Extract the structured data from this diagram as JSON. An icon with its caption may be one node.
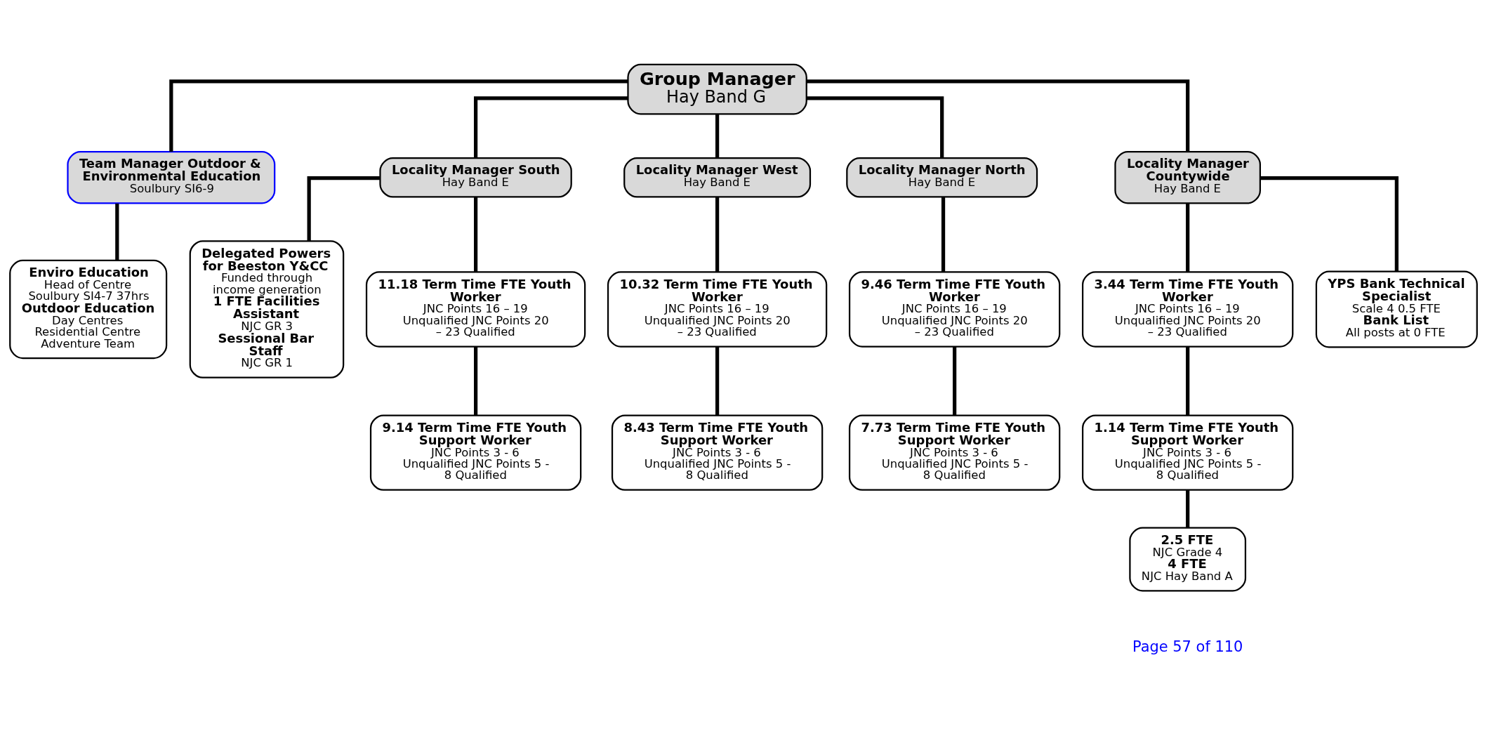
{
  "diagram": {
    "nodes": [
      {
        "text": [
          "Group Manager",
          "Hay Band G"
        ]
      },
      {
        "text": [
          "Team Manager Outdoor & Environmental Education",
          "Soulbury SI6-9"
        ]
      },
      {
        "text": [
          "Locality Manager South",
          "Hay Band E"
        ]
      },
      {
        "text": [
          "Locality Manager West",
          "Hay Band E"
        ]
      },
      {
        "text": [
          "Locality Manager North",
          "Hay Band E"
        ]
      },
      {
        "text": [
          "Locality Manager Countywide",
          "Hay Band E"
        ]
      },
      {
        "text": [
          "Enviro Education",
          "Head of Centre Soulbury SI4-7 37hrs",
          "Outdoor Education",
          "Day Centres",
          "Residential Centre",
          "Adventure Team"
        ]
      },
      {
        "text": [
          "Delegated Powers for Beeston Y&CC",
          "Funded through income generation",
          "1 FTE Facilities Assistant",
          "NJC GR 3",
          "Sessional Bar Staff",
          "NJC GR 1"
        ]
      },
      {
        "text": [
          "11.18 Term Time FTE Youth Worker",
          "JNC Points 16 – 19 Unqualified JNC Points 20 – 23 Qualified"
        ]
      },
      {
        "text": [
          "9.14 Term Time FTE Youth Support Worker",
          "JNC Points 3 - 6 Unqualified JNC Points 5 - 8 Qualified"
        ]
      },
      {
        "text": [
          "10.32 Term Time FTE Youth Worker",
          "JNC Points 16 – 19 Unqualified JNC Points 20 – 23 Qualified"
        ]
      },
      {
        "text": [
          "8.43 Term Time FTE Youth Support Worker",
          "JNC Points 3 - 6 Unqualified JNC Points 5 - 8 Qualified"
        ]
      },
      {
        "text": [
          "9.46 Term Time FTE Youth Worker",
          "JNC Points 16 – 19 Unqualified JNC Points 20 – 23 Qualified"
        ]
      },
      {
        "text": [
          "7.73 Term Time FTE Youth Support Worker",
          "JNC Points 3 - 6 Unqualified JNC Points 5 - 8 Qualified"
        ]
      },
      {
        "text": [
          "3.44 Term Time FTE Youth Worker",
          "JNC Points 16 – 19 Unqualified JNC Points 20 – 23 Qualified"
        ]
      },
      {
        "text": [
          "YPS Bank Technical Specialist",
          "Scale 4 0.5 FTE",
          "Bank List",
          "All posts at 0 FTE"
        ]
      },
      {
        "text": [
          "1.14 Term Time FTE Youth Support Worker",
          "JNC Points 3 - 6 Unqualified JNC Points 5 - 8 Qualified"
        ]
      },
      {
        "text": [
          "2.5 FTE",
          "NJC Grade 4",
          "4 FTE",
          "NJC Hay Band A"
        ]
      }
    ],
    "edges": [
      {
        "from": 0,
        "to": 1,
        "arrow": "none"
      },
      {
        "from": 0,
        "to": 2,
        "arrow": "none"
      },
      {
        "from": 0,
        "to": 3,
        "arrow": "none"
      },
      {
        "from": 0,
        "to": 4,
        "arrow": "none"
      },
      {
        "from": 0,
        "to": 5,
        "arrow": "none"
      },
      {
        "from": 1,
        "to": 6,
        "arrow": "none"
      },
      {
        "from": 2,
        "to": 7,
        "arrow": "none"
      },
      {
        "from": 2,
        "to": 8,
        "arrow": "none"
      },
      {
        "from": 8,
        "to": 9,
        "arrow": "none"
      },
      {
        "from": 3,
        "to": 10,
        "arrow": "none"
      },
      {
        "from": 10,
        "to": 11,
        "arrow": "none"
      },
      {
        "from": 4,
        "to": 12,
        "arrow": "none"
      },
      {
        "from": 12,
        "to": 13,
        "arrow": "none"
      },
      {
        "from": 5,
        "to": 14,
        "arrow": "none"
      },
      {
        "from": 5,
        "to": 15,
        "arrow": "none"
      },
      {
        "from": 14,
        "to": 16,
        "arrow": "none"
      },
      {
        "from": 16,
        "to": 17,
        "arrow": "none"
      }
    ],
    "labels": [
      "Page 57 of 110"
    ]
  }
}
